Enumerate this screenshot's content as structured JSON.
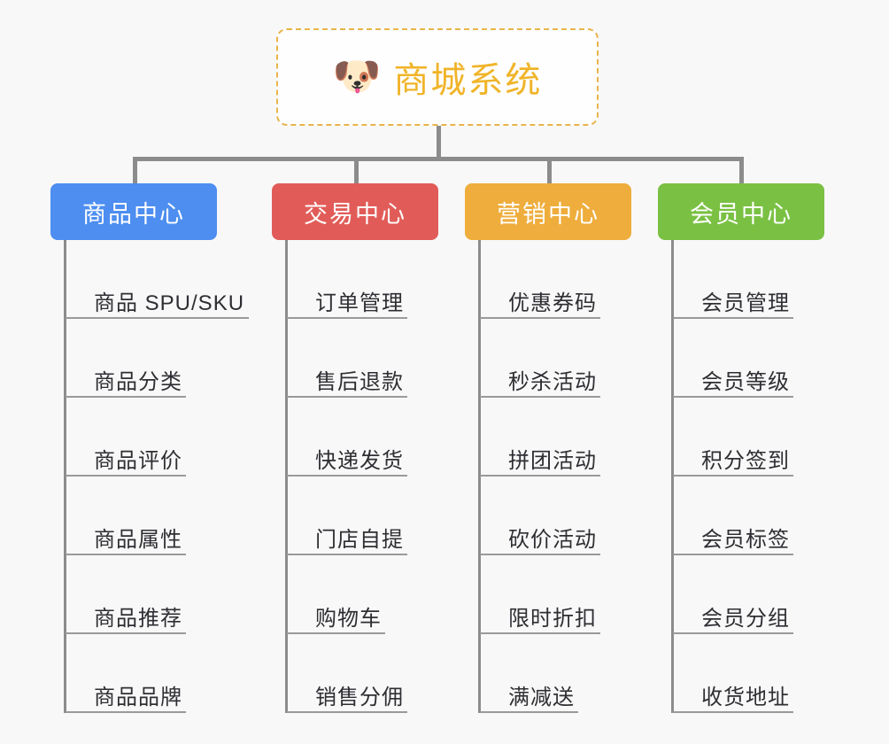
{
  "canvas": {
    "background_color": "#f8f8f8",
    "line_color": "#8c8c8c"
  },
  "root": {
    "icon": "shiba-dog-face-emoji",
    "emoji": "🐶",
    "title": "商城系统",
    "text_color": "#f0b429",
    "border_color": "#e8b44a",
    "background_color": "#fefefe"
  },
  "categories": [
    {
      "name": "商品中心",
      "color": "#4d8ef0",
      "items": [
        "商品 SPU/SKU",
        "商品分类",
        "商品评价",
        "商品属性",
        "商品推荐",
        "商品品牌"
      ]
    },
    {
      "name": "交易中心",
      "color": "#e15c58",
      "items": [
        "订单管理",
        "售后退款",
        "快递发货",
        "门店自提",
        "购物车",
        "销售分佣"
      ]
    },
    {
      "name": "营销中心",
      "color": "#eead3c",
      "items": [
        "优惠券码",
        "秒杀活动",
        "拼团活动",
        "砍价活动",
        "限时折扣",
        "满减送"
      ]
    },
    {
      "name": "会员中心",
      "color": "#7ac143",
      "items": [
        "会员管理",
        "会员等级",
        "积分签到",
        "会员标签",
        "会员分组",
        "收货地址"
      ]
    }
  ]
}
